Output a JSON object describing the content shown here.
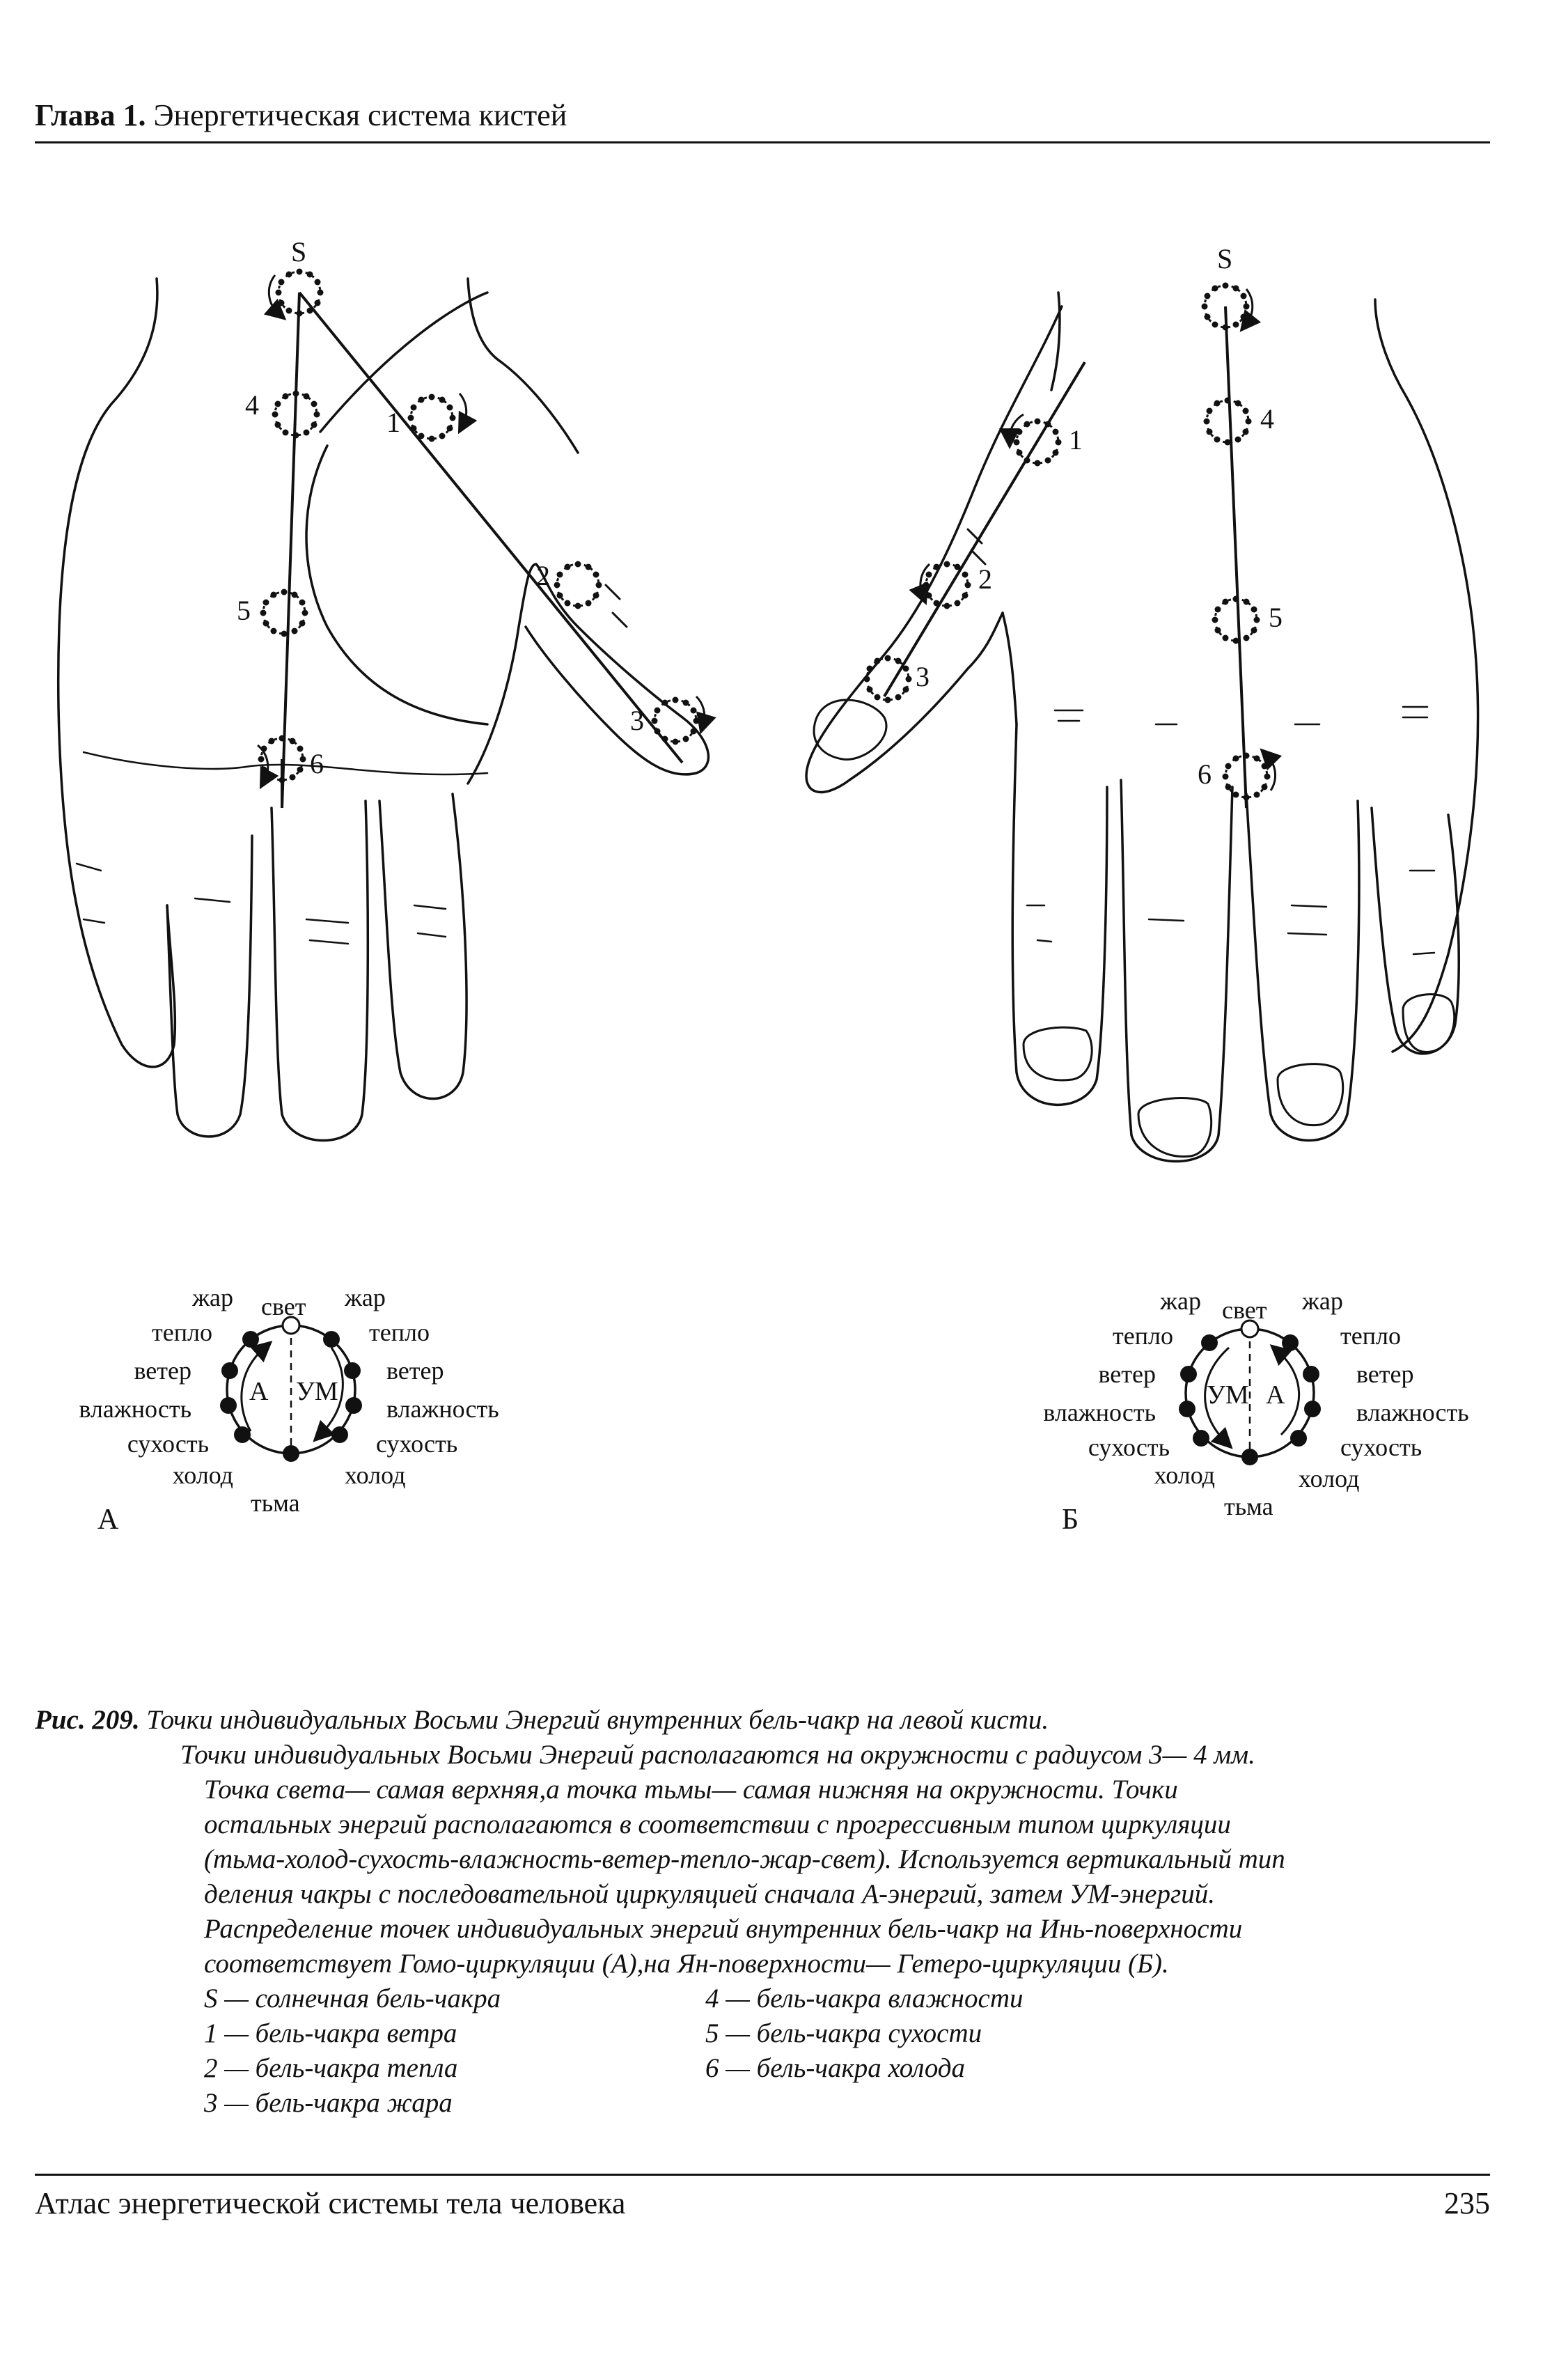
{
  "header": {
    "chapter_label": "Глава 1.",
    "chapter_title": "Энергетическая система кистей"
  },
  "footer": {
    "book_title": "Атлас энергетической системы тела человека",
    "page_number": "235"
  },
  "hand_a_points": {
    "s": "S",
    "p1": "1",
    "p2": "2",
    "p3": "3",
    "p4": "4",
    "p5": "5",
    "p6": "6"
  },
  "hand_b_points": {
    "s": "S",
    "p1": "1",
    "p2": "2",
    "p3": "3",
    "p4": "4",
    "p5": "5",
    "p6": "6"
  },
  "circle_a": {
    "panel_label": "А",
    "inner_left": "А",
    "inner_right": "УМ",
    "top": "свет",
    "bottom": "тьма",
    "left": [
      "жар",
      "тепло",
      "ветер",
      "влажность",
      "сухость",
      "холод"
    ],
    "right": [
      "жар",
      "тепло",
      "ветер",
      "влажность",
      "сухость",
      "холод"
    ]
  },
  "circle_b": {
    "panel_label": "Б",
    "inner_left": "УМ",
    "inner_right": "А",
    "top": "свет",
    "bottom": "тьма",
    "left": [
      "жар",
      "тепло",
      "ветер",
      "влажность",
      "сухость",
      "холод"
    ],
    "right": [
      "жар",
      "тепло",
      "ветер",
      "влажность",
      "сухость",
      "холод"
    ]
  },
  "caption": {
    "fig_label": "Рис. 209.",
    "title": "Точки индивидуальных Восьми Энергий внутренних бель-чакр на левой кисти.",
    "lines": [
      "Точки индивидуальных Восьми Энергий располагаются на окружности с радиусом 3— 4 мм.",
      "Точка света— самая верхняя,а точка тьмы— самая нижняя на окружности. Точки",
      "остальных энергий располагаются в соответствии с прогрессивным типом циркуляции",
      "(тьма-холод-сухость-влажность-ветер-тепло-жар-свет). Используется вертикальный тип",
      "деления чакры с последовательной циркуляцией сначала А-энергий, затем УМ-энергий.",
      "Распределение точек индивидуальных энергий внутренних бель-чакр на Инь-поверхности",
      "соответствует Гомо-циркуляции (А),на Ян-поверхности— Гетеро-циркуляции (Б)."
    ],
    "legend_left": [
      "S — солнечная бель-чакра",
      "1 — бель-чакра ветра",
      "2 — бель-чакра тепла",
      "3 — бель-чакра жара"
    ],
    "legend_right": [
      "4 — бель-чакра влажности",
      "5 — бель-чакра сухости",
      "6 — бель-чакра холода"
    ]
  }
}
